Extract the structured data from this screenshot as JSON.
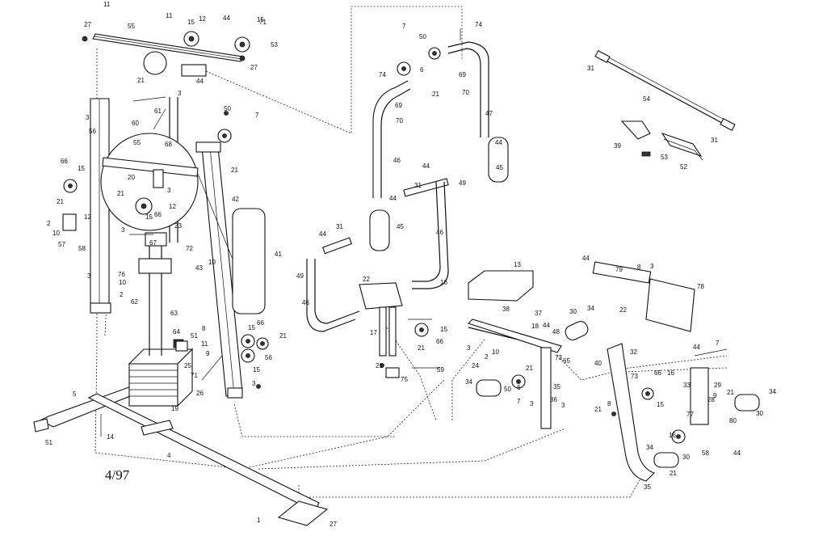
{
  "date_code": "4/97",
  "callouts": [
    "1",
    "2",
    "3",
    "4",
    "5",
    "6",
    "7",
    "8",
    "9",
    "10",
    "11",
    "12",
    "13",
    "14",
    "15",
    "16",
    "17",
    "18",
    "19",
    "20",
    "21",
    "22",
    "23",
    "24",
    "25",
    "26",
    "27",
    "28",
    "29",
    "30",
    "31",
    "32",
    "33",
    "34",
    "35",
    "36",
    "37",
    "38",
    "39",
    "40",
    "41",
    "42",
    "43",
    "44",
    "45",
    "46",
    "47",
    "48",
    "49",
    "50",
    "51",
    "52",
    "53",
    "54",
    "55",
    "56",
    "57",
    "58",
    "59",
    "60",
    "61",
    "62",
    "63",
    "64",
    "65",
    "66",
    "67",
    "68",
    "69",
    "70",
    "71",
    "72",
    "73",
    "74",
    "75",
    "76",
    "77",
    "78",
    "79",
    "80"
  ]
}
